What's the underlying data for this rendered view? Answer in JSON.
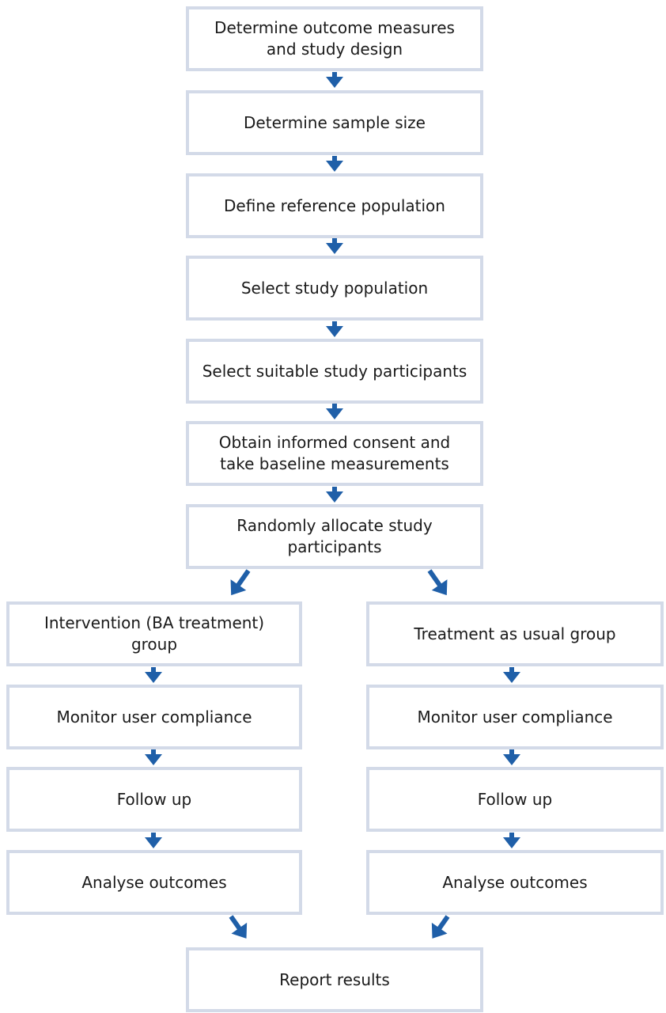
{
  "steps": {
    "determine_outcome": "Determine outcome measures and study design",
    "sample_size": "Determine sample size",
    "reference_population": "Define reference population",
    "study_population": "Select study population",
    "participants": "Select suitable study participants",
    "consent": "Obtain informed consent and take baseline measurements",
    "randomise": "Randomly allocate study participants",
    "report": "Report results"
  },
  "intervention_arm": {
    "group": "Intervention (BA treatment) group",
    "monitor": "Monitor user compliance",
    "follow_up": "Follow up",
    "analyse": "Analyse outcomes"
  },
  "control_arm": {
    "group": "Treatment as usual group",
    "monitor": "Monitor user compliance",
    "follow_up": "Follow up",
    "analyse": "Analyse outcomes"
  },
  "colors": {
    "arrow": "#1f5fa8",
    "box_border": "#d3dae8",
    "text": "#1a1a1a"
  }
}
